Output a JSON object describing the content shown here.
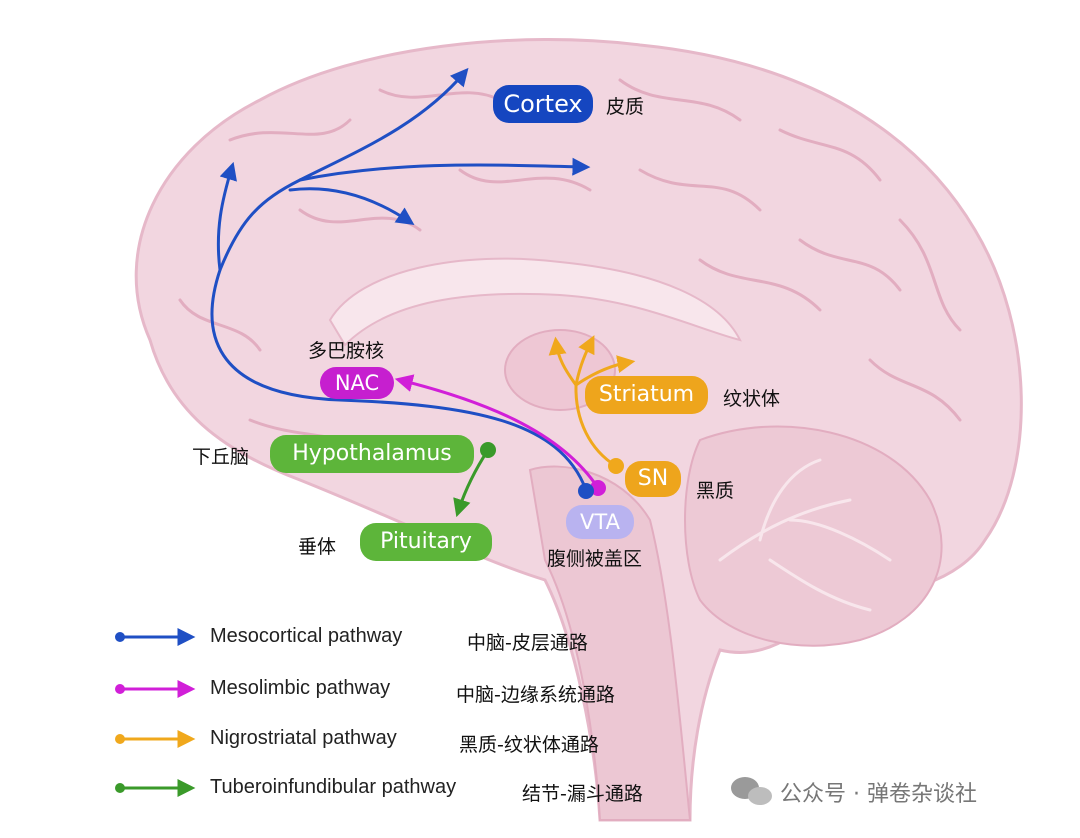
{
  "colors": {
    "mesocortical": "#1f4fc4",
    "mesolimbic": "#d11fd8",
    "nigrostriatal": "#f0a81c",
    "tuberoinfundibular": "#3a9a2a",
    "cortex_pill": "#1546c0",
    "nac_pill": "#c61fcf",
    "striatum_pill": "#eea51c",
    "sn_pill": "#eea51c",
    "hypothalamus_pill": "#5db53a",
    "pituitary_pill": "#5db53a",
    "vta_pill": "#b9b3f0",
    "brain_fill": "#f2d6e0",
    "brain_line": "#e6b8c9"
  },
  "regions": {
    "cortex": {
      "label": "Cortex",
      "cn": "皮质"
    },
    "nac": {
      "label": "NAC",
      "cn": "多巴胺核"
    },
    "striatum": {
      "label": "Striatum",
      "cn": "纹状体"
    },
    "hypothalamus": {
      "label": "Hypothalamus",
      "cn": "下丘脑"
    },
    "sn": {
      "label": "SN",
      "cn": "黑质"
    },
    "pituitary": {
      "label": "Pituitary",
      "cn": "垂体"
    },
    "vta": {
      "label": "VTA",
      "cn": "腹侧被盖区"
    }
  },
  "legend": [
    {
      "en": "Mesocortical pathway",
      "cn": "中脑-皮层通路",
      "color_key": "mesocortical"
    },
    {
      "en": "Mesolimbic pathway",
      "cn": "中脑-边缘系统通路",
      "color_key": "mesolimbic"
    },
    {
      "en": "Nigrostriatal pathway",
      "cn": "黑质-纹状体通路",
      "color_key": "nigrostriatal"
    },
    {
      "en": "Tuberoinfundibular pathway",
      "cn": "结节-漏斗通路",
      "color_key": "tuberoinfundibular"
    }
  ],
  "watermark": {
    "text": "公众号 · 弹卷杂谈社",
    "icon": "wechat-icon"
  }
}
